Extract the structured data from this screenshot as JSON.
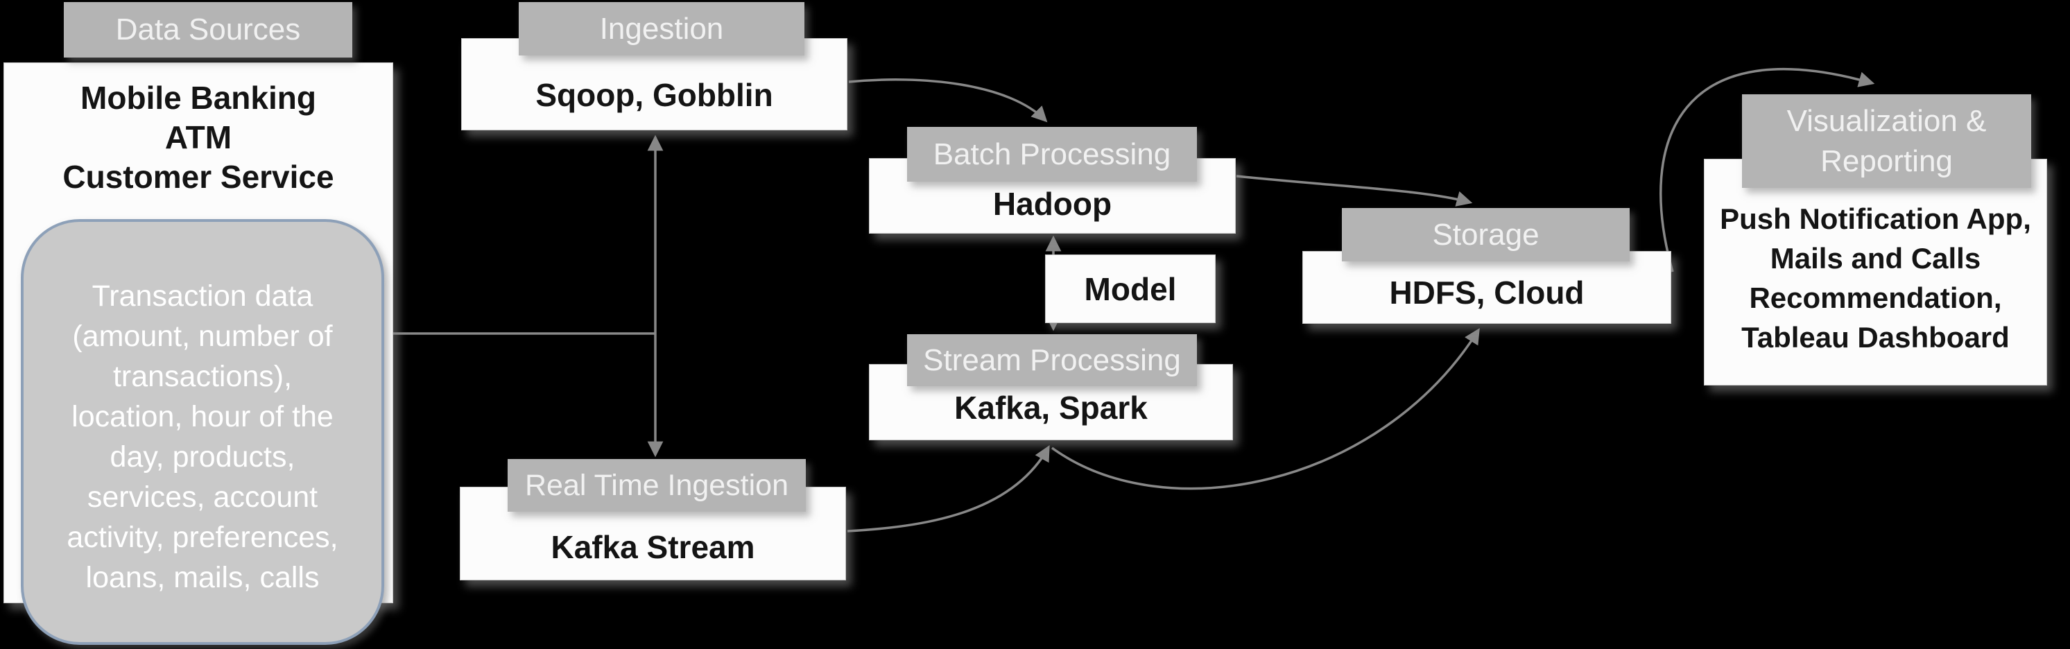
{
  "colors": {
    "background": "#000000",
    "header_fill": "#b4b4b4",
    "header_text": "#f1f1f1",
    "box_fill": "#fcfcfc",
    "box_text": "#141414",
    "detail_fill": "#c9c9c9",
    "detail_border": "#8da0b8",
    "detail_text": "#ffffff",
    "arrow": "#888888"
  },
  "nodes": {
    "data_sources": {
      "header": "Data Sources",
      "lines": [
        "Mobile Banking",
        "ATM",
        "Customer Service"
      ],
      "detail": "Transaction data\n(amount, number of\ntransactions),\nlocation, hour of the\nday, products,\nservices, account\nactivity, preferences,\nloans, mails, calls"
    },
    "ingestion": {
      "header": "Ingestion",
      "body": "Sqoop, Gobblin"
    },
    "batch_processing": {
      "header": "Batch Processing",
      "body": "Hadoop"
    },
    "model": {
      "body": "Model"
    },
    "stream_processing": {
      "header": "Stream Processing",
      "body": "Kafka, Spark"
    },
    "real_time_ingestion": {
      "header": "Real Time Ingestion",
      "body": "Kafka Stream"
    },
    "storage": {
      "header": "Storage",
      "body": "HDFS, Cloud"
    },
    "visualization": {
      "header": "Visualization &\nReporting",
      "body": "Push Notification App,\nMails and Calls\nRecommendation,\nTableau Dashboard"
    }
  },
  "edges": [
    {
      "from": "data_sources",
      "to": "ingestion",
      "type": "elbow-arrow"
    },
    {
      "from": "data_sources",
      "to": "real_time_ingestion",
      "type": "elbow-arrow"
    },
    {
      "from": "ingestion",
      "to": "batch_processing",
      "type": "curve-arrow"
    },
    {
      "from": "batch_processing",
      "to": "stream_processing",
      "type": "double-arrow-through-model"
    },
    {
      "from": "batch_processing",
      "to": "storage",
      "type": "curve-arrow"
    },
    {
      "from": "real_time_ingestion",
      "to": "stream_processing",
      "type": "curve-arrow"
    },
    {
      "from": "stream_processing",
      "to": "storage",
      "type": "curve-arrow"
    },
    {
      "from": "storage",
      "to": "visualization",
      "type": "curve-arrow"
    }
  ]
}
